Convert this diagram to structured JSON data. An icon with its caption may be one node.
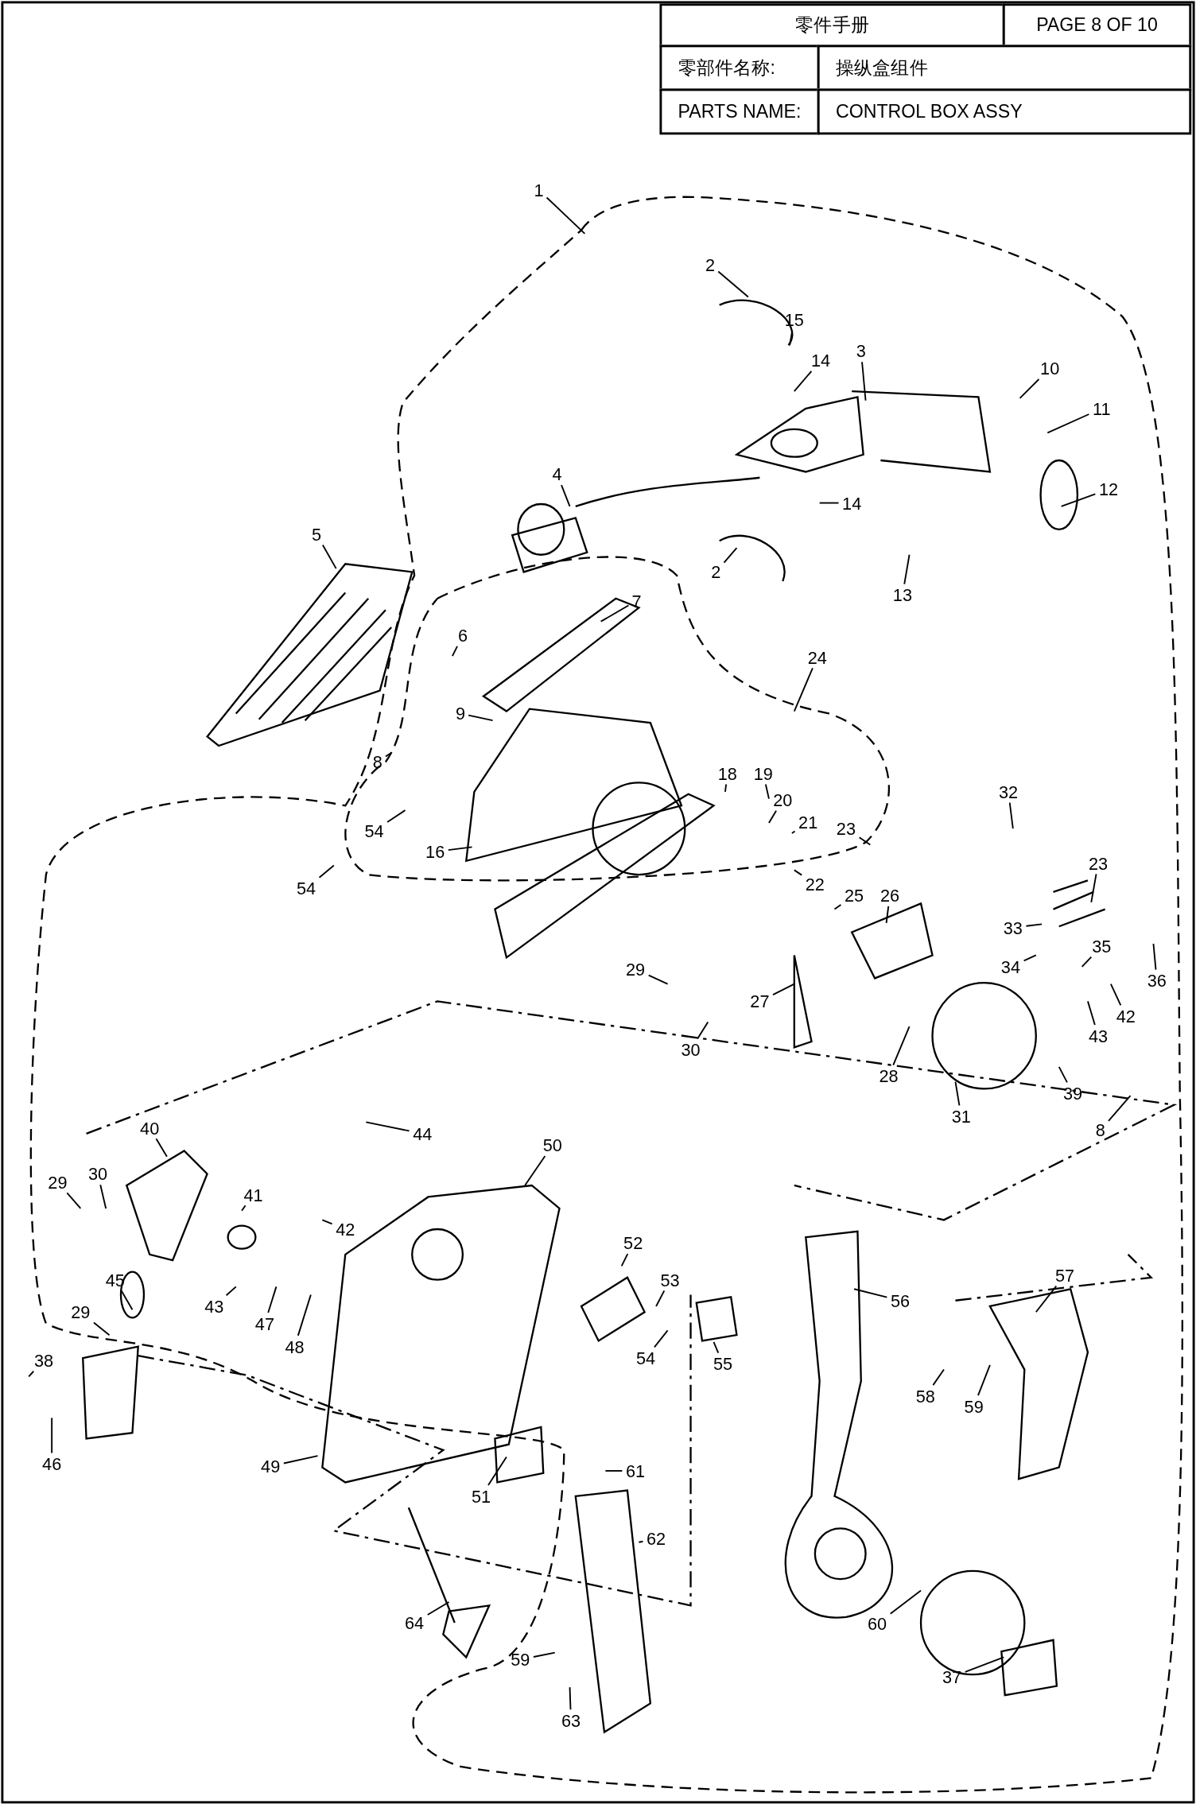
{
  "diagram": {
    "nodes": [
      {
        "text": [
          "1"
        ]
      },
      {
        "text": [
          "2"
        ]
      },
      {
        "text": [
          "15"
        ]
      },
      {
        "text": [
          "14"
        ]
      },
      {
        "text": [
          "3"
        ]
      },
      {
        "text": [
          "10"
        ]
      },
      {
        "text": [
          "11"
        ]
      },
      {
        "text": [
          "12"
        ]
      },
      {
        "text": [
          "4"
        ]
      },
      {
        "text": [
          "14"
        ]
      },
      {
        "text": [
          "2"
        ]
      },
      {
        "text": [
          "13"
        ]
      },
      {
        "text": [
          "5"
        ]
      },
      {
        "text": [
          "7"
        ]
      },
      {
        "text": [
          "6"
        ]
      },
      {
        "text": [
          "24"
        ]
      },
      {
        "text": [
          "9"
        ]
      },
      {
        "text": [
          "8"
        ]
      },
      {
        "text": [
          "18"
        ]
      },
      {
        "text": [
          "19"
        ]
      },
      {
        "text": [
          "20"
        ]
      },
      {
        "text": [
          "21"
        ]
      },
      {
        "text": [
          "22"
        ]
      },
      {
        "text": [
          "23"
        ]
      },
      {
        "text": [
          "54"
        ]
      },
      {
        "text": [
          "16"
        ]
      },
      {
        "text": [
          "54"
        ]
      },
      {
        "text": [
          "32"
        ]
      },
      {
        "text": [
          "23"
        ]
      },
      {
        "text": [
          "33"
        ]
      },
      {
        "text": [
          "36"
        ]
      },
      {
        "text": [
          "25"
        ]
      },
      {
        "text": [
          "26"
        ]
      },
      {
        "text": [
          "34"
        ]
      },
      {
        "text": [
          "35"
        ]
      },
      {
        "text": [
          "29"
        ]
      },
      {
        "text": [
          "27"
        ]
      },
      {
        "text": [
          "43"
        ]
      },
      {
        "text": [
          "42"
        ]
      },
      {
        "text": [
          "30"
        ]
      },
      {
        "text": [
          "28"
        ]
      },
      {
        "text": [
          "31"
        ]
      },
      {
        "text": [
          "39"
        ]
      },
      {
        "text": [
          "8"
        ]
      },
      {
        "text": [
          "40"
        ]
      },
      {
        "text": [
          "44"
        ]
      },
      {
        "text": [
          "50"
        ]
      },
      {
        "text": [
          "29"
        ]
      },
      {
        "text": [
          "30"
        ]
      },
      {
        "text": [
          "41"
        ]
      },
      {
        "text": [
          "42"
        ]
      },
      {
        "text": [
          "52"
        ]
      },
      {
        "text": [
          "53"
        ]
      },
      {
        "text": [
          "56"
        ]
      },
      {
        "text": [
          "57"
        ]
      },
      {
        "text": [
          "45"
        ]
      },
      {
        "text": [
          "43"
        ]
      },
      {
        "text": [
          "47"
        ]
      },
      {
        "text": [
          "48"
        ]
      },
      {
        "text": [
          "29"
        ]
      },
      {
        "text": [
          "54"
        ]
      },
      {
        "text": [
          "55"
        ]
      },
      {
        "text": [
          "58"
        ]
      },
      {
        "text": [
          "59"
        ]
      },
      {
        "text": [
          "38"
        ]
      },
      {
        "text": [
          "46"
        ]
      },
      {
        "text": [
          "49"
        ]
      },
      {
        "text": [
          "51"
        ]
      },
      {
        "text": [
          "61"
        ]
      },
      {
        "text": [
          "62"
        ]
      },
      {
        "text": [
          "64"
        ]
      },
      {
        "text": [
          "60"
        ]
      },
      {
        "text": [
          "59"
        ]
      },
      {
        "text": [
          "37"
        ]
      },
      {
        "text": [
          "63"
        ]
      }
    ],
    "edges": [
      {
        "from": 0,
        "to": null,
        "arrow": "none"
      },
      {
        "from": 1,
        "to": null,
        "arrow": "none"
      },
      {
        "from": 2,
        "to": null,
        "arrow": "none"
      },
      {
        "from": 3,
        "to": null,
        "arrow": "none"
      },
      {
        "from": 4,
        "to": null,
        "arrow": "none"
      },
      {
        "from": 5,
        "to": null,
        "arrow": "none"
      },
      {
        "from": 6,
        "to": null,
        "arrow": "none"
      },
      {
        "from": 7,
        "to": null,
        "arrow": "none"
      },
      {
        "from": 8,
        "to": null,
        "arrow": "none"
      },
      {
        "from": 9,
        "to": null,
        "arrow": "none"
      },
      {
        "from": 10,
        "to": null,
        "arrow": "none"
      },
      {
        "from": 11,
        "to": null,
        "arrow": "none"
      },
      {
        "from": 12,
        "to": null,
        "arrow": "none"
      },
      {
        "from": 13,
        "to": null,
        "arrow": "none"
      },
      {
        "from": 14,
        "to": null,
        "arrow": "none"
      },
      {
        "from": 15,
        "to": null,
        "arrow": "none"
      },
      {
        "from": 16,
        "to": null,
        "arrow": "none"
      },
      {
        "from": 17,
        "to": null,
        "arrow": "none"
      },
      {
        "from": 18,
        "to": null,
        "arrow": "none"
      },
      {
        "from": 19,
        "to": null,
        "arrow": "none"
      },
      {
        "from": 20,
        "to": null,
        "arrow": "none"
      },
      {
        "from": 21,
        "to": null,
        "arrow": "none"
      },
      {
        "from": 22,
        "to": null,
        "arrow": "none"
      },
      {
        "from": 23,
        "to": null,
        "arrow": "none"
      },
      {
        "from": 24,
        "to": null,
        "arrow": "none"
      },
      {
        "from": 25,
        "to": null,
        "arrow": "none"
      },
      {
        "from": 26,
        "to": null,
        "arrow": "none"
      },
      {
        "from": 27,
        "to": null,
        "arrow": "none"
      },
      {
        "from": 28,
        "to": null,
        "arrow": "none"
      },
      {
        "from": 29,
        "to": null,
        "arrow": "none"
      },
      {
        "from": 30,
        "to": null,
        "arrow": "none"
      },
      {
        "from": 31,
        "to": null,
        "arrow": "none"
      },
      {
        "from": 32,
        "to": null,
        "arrow": "none"
      },
      {
        "from": 33,
        "to": null,
        "arrow": "none"
      },
      {
        "from": 34,
        "to": null,
        "arrow": "none"
      },
      {
        "from": 35,
        "to": null,
        "arrow": "none"
      },
      {
        "from": 36,
        "to": null,
        "arrow": "none"
      },
      {
        "from": 37,
        "to": null,
        "arrow": "none"
      },
      {
        "from": 38,
        "to": null,
        "arrow": "none"
      },
      {
        "from": 39,
        "to": null,
        "arrow": "none"
      },
      {
        "from": 40,
        "to": null,
        "arrow": "none"
      },
      {
        "from": 41,
        "to": null,
        "arrow": "none"
      },
      {
        "from": 42,
        "to": null,
        "arrow": "none"
      },
      {
        "from": 43,
        "to": null,
        "arrow": "none"
      },
      {
        "from": 44,
        "to": null,
        "arrow": "none"
      },
      {
        "from": 45,
        "to": null,
        "arrow": "none"
      },
      {
        "from": 46,
        "to": null,
        "arrow": "none"
      },
      {
        "from": 47,
        "to": null,
        "arrow": "none"
      },
      {
        "from": 48,
        "to": null,
        "arrow": "none"
      },
      {
        "from": 49,
        "to": null,
        "arrow": "none"
      },
      {
        "from": 50,
        "to": null,
        "arrow": "none"
      },
      {
        "from": 51,
        "to": null,
        "arrow": "none"
      },
      {
        "from": 52,
        "to": null,
        "arrow": "none"
      },
      {
        "from": 53,
        "to": null,
        "arrow": "none"
      },
      {
        "from": 54,
        "to": null,
        "arrow": "none"
      },
      {
        "from": 55,
        "to": null,
        "arrow": "none"
      },
      {
        "from": 56,
        "to": null,
        "arrow": "none"
      },
      {
        "from": 57,
        "to": null,
        "arrow": "none"
      },
      {
        "from": 58,
        "to": null,
        "arrow": "none"
      },
      {
        "from": 59,
        "to": null,
        "arrow": "none"
      },
      {
        "from": 60,
        "to": null,
        "arrow": "none"
      },
      {
        "from": 61,
        "to": null,
        "arrow": "none"
      },
      {
        "from": 62,
        "to": null,
        "arrow": "none"
      },
      {
        "from": 63,
        "to": null,
        "arrow": "none"
      },
      {
        "from": 64,
        "to": null,
        "arrow": "none"
      },
      {
        "from": 65,
        "to": null,
        "arrow": "none"
      },
      {
        "from": 66,
        "to": null,
        "arrow": "none"
      },
      {
        "from": 67,
        "to": null,
        "arrow": "none"
      },
      {
        "from": 68,
        "to": null,
        "arrow": "none"
      },
      {
        "from": 69,
        "to": null,
        "arrow": "none"
      },
      {
        "from": 70,
        "to": null,
        "arrow": "none"
      },
      {
        "from": 71,
        "to": null,
        "arrow": "none"
      },
      {
        "from": 72,
        "to": null,
        "arrow": "none"
      },
      {
        "from": 73,
        "to": null,
        "arrow": "none"
      },
      {
        "from": 74,
        "to": null,
        "arrow": "none"
      }
    ],
    "labels": [
      "零件手册",
      "PAGE 8 OF 10",
      "零部件名称:",
      "操纵盒组件",
      "PARTS NAME:",
      "CONTROL BOX ASSY"
    ]
  }
}
